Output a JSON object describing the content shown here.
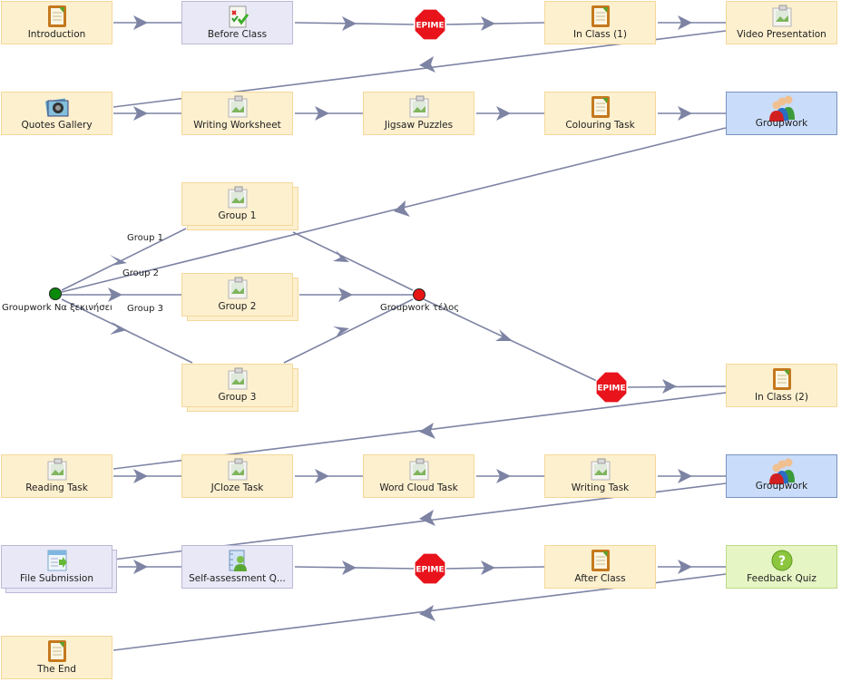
{
  "activities": {
    "introduction": "Introduction",
    "before_class": "Before Class",
    "in_class_1": "In Class (1)",
    "video_presentation": "Video Presentation",
    "quotes_gallery": "Quotes Gallery",
    "writing_worksheet": "Writing Worksheet",
    "jigsaw_puzzles": "Jigsaw Puzzles",
    "colouring_task": "Colouring Task",
    "groupwork_1": "Groupwork",
    "group_1": "Group 1",
    "group_2": "Group 2",
    "group_3": "Group 3",
    "in_class_2": "In Class (2)",
    "reading_task": "Reading Task",
    "jcloze_task": "JCloze Task",
    "word_cloud_task": "Word Cloud Task",
    "writing_task": "Writing Task",
    "groupwork_2": "Groupwork",
    "file_submission": "File Submission",
    "self_assessment": "Self-assessment Q...",
    "after_class": "After Class",
    "feedback_quiz": "Feedback Quiz",
    "the_end": "The End"
  },
  "gates": {
    "stop_label": "ΠΕΡΙΜΕΝ",
    "groupwork_start": "Groupwork Να ξεκινήσει",
    "groupwork_end": "Groupwork τέλος"
  },
  "branches": {
    "group_1": "Group 1",
    "group_2": "Group 2",
    "group_3": "Group 3"
  },
  "colors": {
    "connector": "#7d83a3",
    "activity_fill": "#fdf0cf",
    "grouping_fill": "#c9dcf9",
    "optional_fill": "#e9e8f6",
    "quiz_fill": "#e6f5c4",
    "stop_red": "#e8131b",
    "start_gate": "#0a8a0a",
    "end_gate": "#e81515"
  },
  "icons": {
    "notebook": "notebook-icon",
    "image": "image-icon",
    "checklist": "checklist-icon",
    "gallery": "gallery-icon",
    "people": "people-icon",
    "upload": "upload-icon",
    "profile": "profile-icon",
    "question": "question-icon"
  }
}
